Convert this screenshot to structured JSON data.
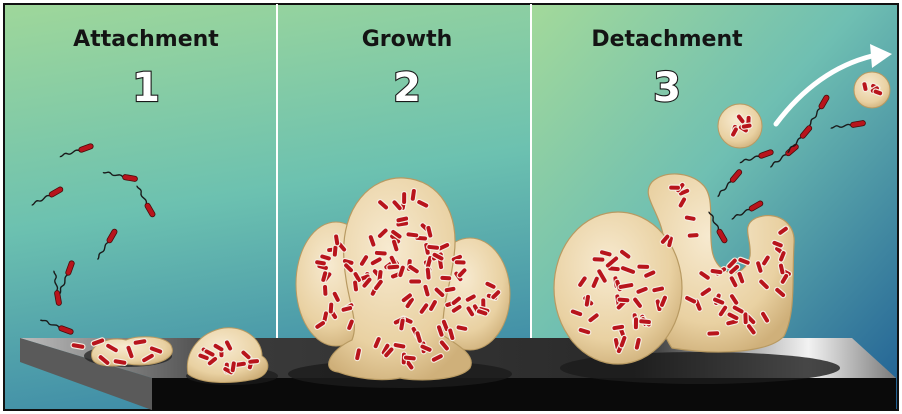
{
  "diagram": {
    "stages": [
      {
        "title": "Attachment",
        "number": "1"
      },
      {
        "title": "Growth",
        "number": "2"
      },
      {
        "title": "Detachment",
        "number": "3"
      }
    ],
    "colors": {
      "background_top": "#9fd79a",
      "background_mid": "#6cc1b0",
      "background_bottom": "#2f79a8",
      "biofilm_fill": "#ecd6a8",
      "biofilm_edge": "#b89a62",
      "bacterium_fill": "#b8141c",
      "bacterium_outline": "#f5ede0",
      "flagellum": "#1a1a1a",
      "surface_top": "#2e2e2e",
      "surface_front": "#0c0c0c",
      "surface_highlight": "#e8e8e8",
      "divider": "#ffffff"
    },
    "icons": [
      "detachment-arrow-icon",
      "bacterium-icon"
    ]
  }
}
